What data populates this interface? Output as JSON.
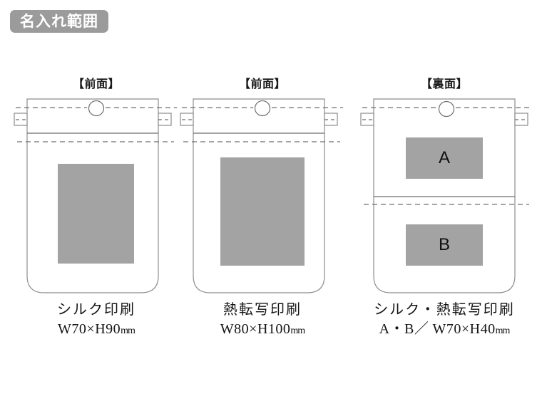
{
  "header": {
    "badge_label": "名入れ範囲",
    "badge_color": "#9b9b9b",
    "badge_text_color": "#ffffff"
  },
  "colors": {
    "print_area_fill": "#a3a3a3",
    "outline": "#8c8c8c",
    "fold_line": "#6e6e6e",
    "text": "#141414"
  },
  "panels": [
    {
      "title": "【前面】",
      "view": "front",
      "print_areas": [
        {
          "label": "",
          "width_mm": 70,
          "height_mm": 90
        }
      ],
      "caption": {
        "method": "シルク印刷",
        "size": "W70×H90",
        "unit": "mm"
      }
    },
    {
      "title": "【前面】",
      "view": "front",
      "print_areas": [
        {
          "label": "",
          "width_mm": 80,
          "height_mm": 100
        }
      ],
      "caption": {
        "method": "熱転写印刷",
        "size": "W80×H100",
        "unit": "mm"
      }
    },
    {
      "title": "【裏面】",
      "view": "back",
      "print_areas": [
        {
          "label": "A",
          "width_mm": 70,
          "height_mm": 40
        },
        {
          "label": "B",
          "width_mm": 70,
          "height_mm": 40
        }
      ],
      "caption": {
        "method": "シルク・熱転写印刷",
        "size": "A・B／ W70×H40",
        "unit": "mm"
      }
    }
  ]
}
